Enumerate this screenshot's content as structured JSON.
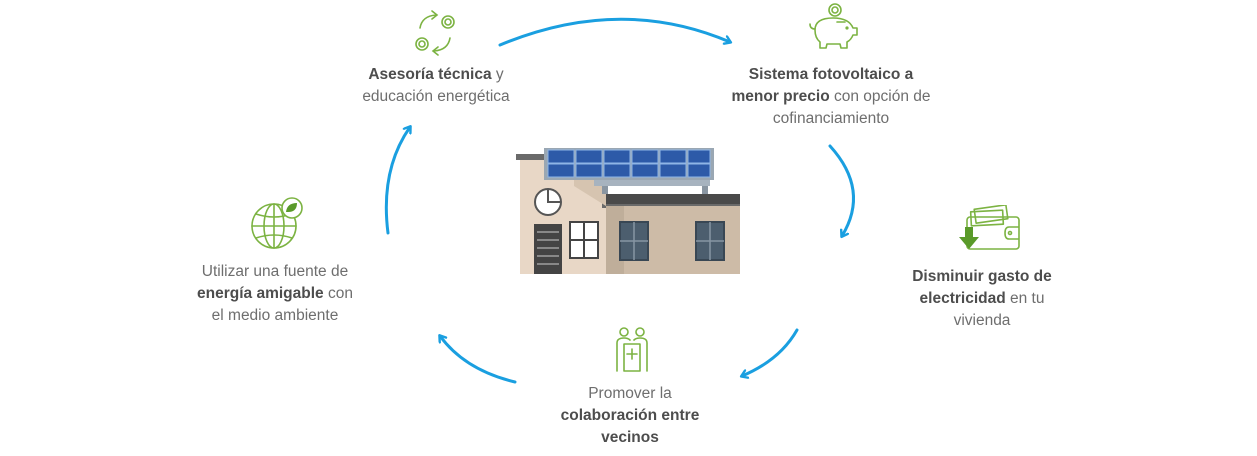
{
  "colors": {
    "arrow": "#1a9fe0",
    "icon_green": "#7cb342",
    "icon_green_dark": "#5a9a2a",
    "text": "#6e6e6e",
    "text_bold": "#4d4d4d"
  },
  "nodes": {
    "asesoria": {
      "icon": "recycle-coins-icon",
      "bold": "Asesoría técnica",
      "rest1": " y",
      "line2": "educación energética"
    },
    "sistema": {
      "icon": "piggy-bank-icon",
      "line1": "Sistema fotovoltaico a",
      "bold2": "menor precio",
      "rest2": " con opción de",
      "line3": "cofinanciamiento"
    },
    "disminuir": {
      "icon": "wallet-down-arrow-icon",
      "line1": "Disminuir gasto de",
      "bold2": "electricidad",
      "rest2": " en tu",
      "line3": "vivienda"
    },
    "promover": {
      "icon": "community-people-icon",
      "line1": "Promover la",
      "line2": "colaboración entre",
      "line3": "vecinos"
    },
    "utilizar": {
      "icon": "globe-leaf-icon",
      "line1": "Utilizar una fuente de",
      "bold2": "energía amigable",
      "rest2": " con",
      "line3": "el medio ambiente"
    }
  },
  "center": {
    "icon": "solar-house-icon"
  }
}
